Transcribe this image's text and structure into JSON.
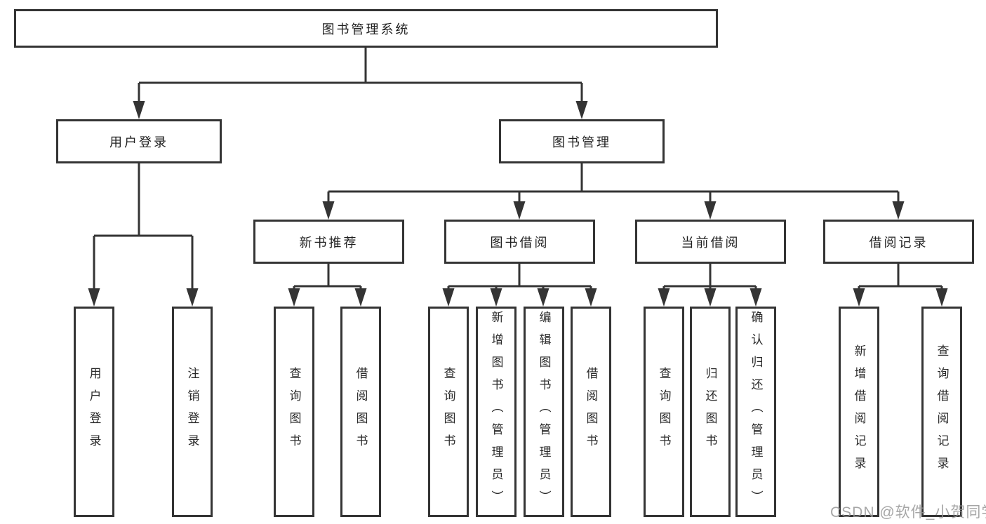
{
  "tree": {
    "root": {
      "label": "图书管理系统"
    },
    "branches": [
      {
        "label": "用户登录",
        "children": [
          {
            "label": "用户登录"
          },
          {
            "label": "注销登录"
          }
        ]
      },
      {
        "label": "图书管理",
        "children": [
          {
            "label": "新书推荐",
            "children": [
              {
                "label": "查询图书"
              },
              {
                "label": "借阅图书"
              }
            ]
          },
          {
            "label": "图书借阅",
            "children": [
              {
                "label": "查询图书"
              },
              {
                "label": "新增图书（管理员）"
              },
              {
                "label": "编辑图书（管理员）"
              },
              {
                "label": "借阅图书"
              }
            ]
          },
          {
            "label": "当前借阅",
            "children": [
              {
                "label": "查询图书"
              },
              {
                "label": "归还图书"
              },
              {
                "label": "确认归还（管理员）"
              }
            ]
          },
          {
            "label": "借阅记录",
            "children": [
              {
                "label": "新增借阅记录"
              },
              {
                "label": "查询借阅记录"
              }
            ]
          }
        ]
      }
    ]
  },
  "watermark": {
    "text": "CSDN @软件_小贺同学"
  },
  "colors": {
    "line": "#343434",
    "text": "#1f1f1f",
    "watermark": "#969696",
    "background": "#ffffff"
  }
}
